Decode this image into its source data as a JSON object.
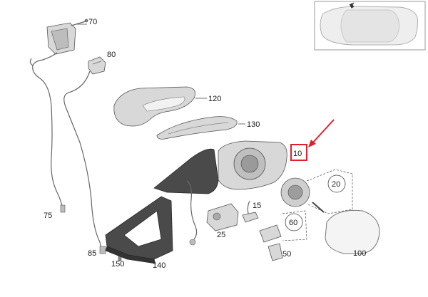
{
  "diagram": {
    "labels": {
      "p10": "10",
      "p20": "20",
      "p25": "25",
      "p50": "50",
      "p60": "60",
      "p70": "70",
      "p75": "75",
      "p80": "80",
      "p85": "85",
      "p100": "100",
      "p120": "120",
      "p130": "130",
      "p140": "140",
      "p150": "150",
      "p15": "15"
    },
    "highlight_color": "#e0202a",
    "highlighted_part": "10"
  }
}
